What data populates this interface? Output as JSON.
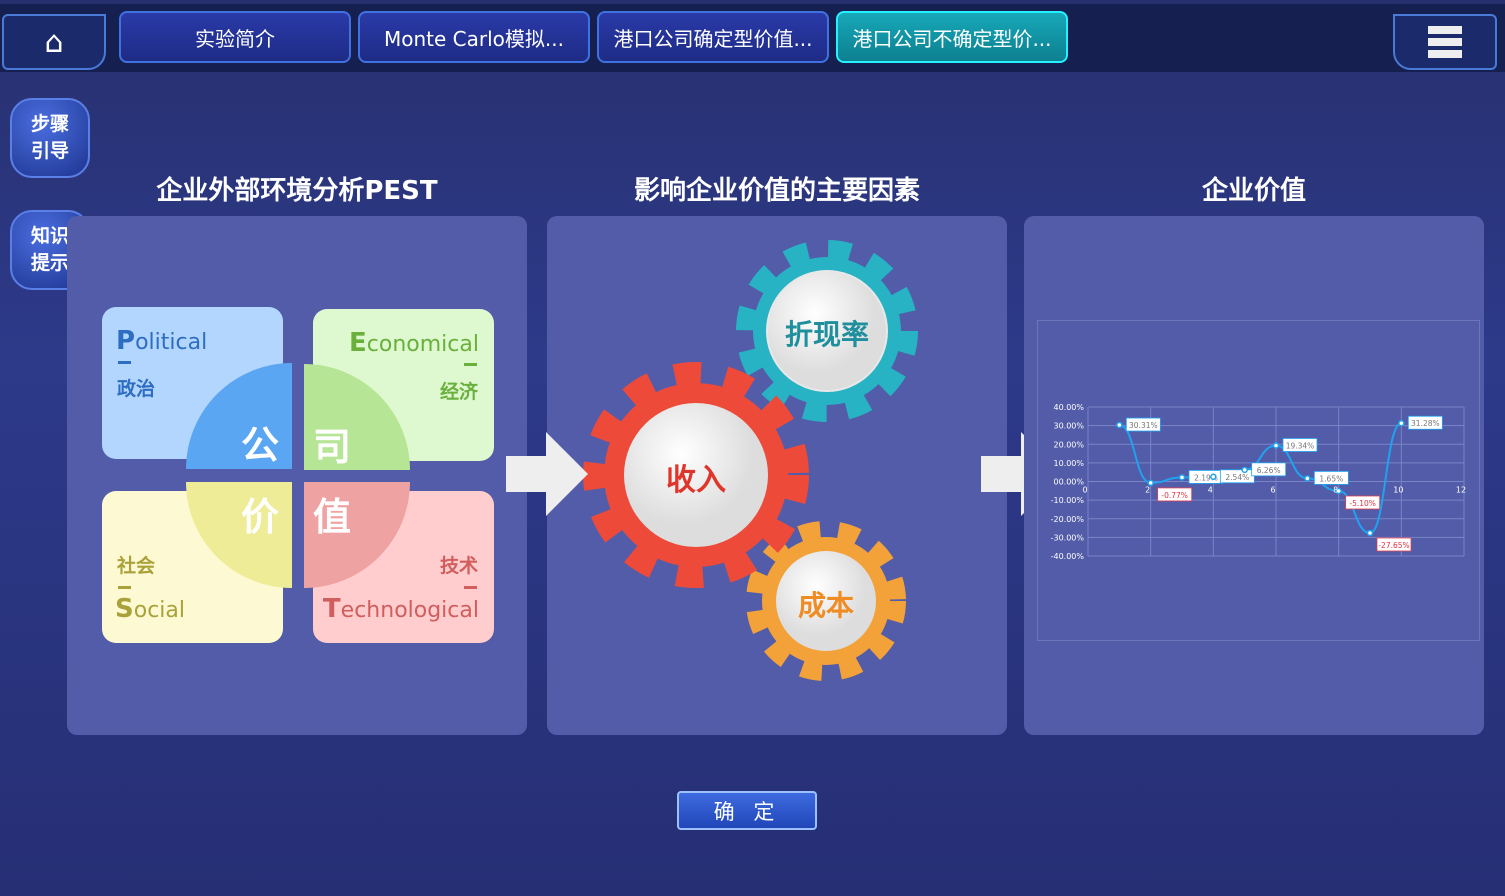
{
  "nav": {
    "home_icon": "home-icon",
    "menu_icon": "menu-icon",
    "tabs": [
      {
        "label": "实验简介"
      },
      {
        "label": "Monte Carlo模拟..."
      },
      {
        "label": "港口公司确定型价值..."
      },
      {
        "label": "港口公司不确定型价..."
      }
    ]
  },
  "side": {
    "guide": "步骤\n引导",
    "guide_l1": "步骤",
    "guide_l2": "引导",
    "hint_l1": "知识",
    "hint_l2": "提示"
  },
  "sections": {
    "pest": "企业外部环境分析PEST",
    "factors": "影响企业价值的主要因素",
    "value": "企业价值"
  },
  "pest": {
    "political": {
      "initial": "P",
      "rest": "olitical",
      "cn": "政治"
    },
    "economical": {
      "initial": "E",
      "rest": "conomical",
      "cn": "经济"
    },
    "social": {
      "initial": "S",
      "rest": "ocial",
      "cn": "社会"
    },
    "technological": {
      "initial": "T",
      "rest": "echnological",
      "cn": "技术"
    },
    "center": [
      "公",
      "司",
      "价",
      "值"
    ]
  },
  "gears": {
    "discount": "折现率",
    "revenue": "收入",
    "cost": "成本"
  },
  "colors": {
    "teal": "#27b3c4",
    "red": "#ee4a3a",
    "orange": "#f3a23a"
  },
  "chart_data": {
    "type": "line",
    "x": [
      1,
      2,
      3,
      4,
      5,
      6,
      7,
      8,
      9,
      10
    ],
    "values": [
      30.31,
      -0.77,
      2.19,
      2.54,
      6.26,
      19.34,
      1.65,
      -5.1,
      -27.65,
      31.28
    ],
    "labels": [
      "30.31%",
      "-0.77%",
      "2.19%",
      "2.54%",
      "6.26%",
      "19.34%",
      "1.65%",
      "-5.10%",
      "-27.65%",
      "31.28%"
    ],
    "xlim": [
      0,
      12
    ],
    "ylim": [
      -40,
      40
    ],
    "xticks": [
      "0",
      "2",
      "4",
      "6",
      "8",
      "10",
      "12"
    ],
    "xtick_values": [
      0,
      2,
      4,
      6,
      8,
      10,
      12
    ],
    "yticks": [
      "40.00%",
      "30.00%",
      "20.00%",
      "10.00%",
      "00.00%",
      "-10.00%",
      "-20.00%",
      "-30.00%",
      "-40.00%"
    ],
    "ytick_values": [
      40,
      30,
      20,
      10,
      0,
      -10,
      -20,
      -30,
      -40
    ],
    "grid": true
  },
  "confirm": "确 定"
}
